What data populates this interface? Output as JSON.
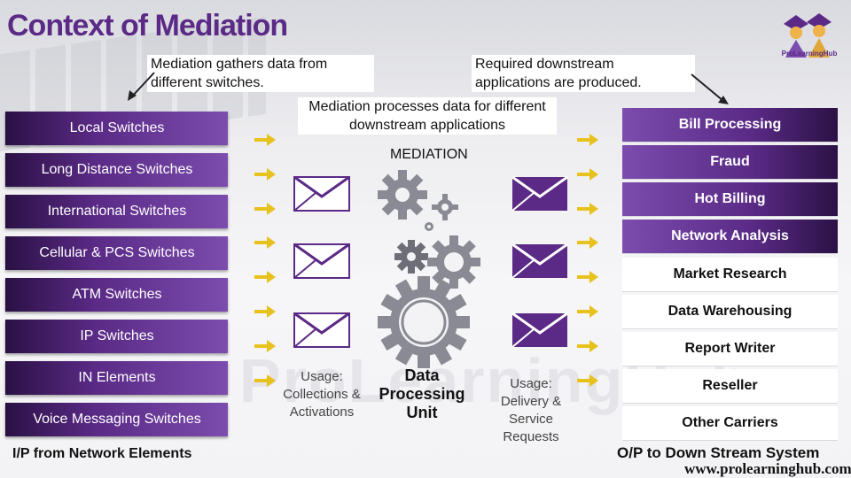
{
  "title": "Context of Mediation",
  "logo_text": "ProLearningHub",
  "watermark": "ProLearningHub",
  "callouts": {
    "gathers": "Mediation gathers data from different switches.",
    "produced": "Required downstream applications are produced.",
    "processes": "Mediation processes data for different downstream applications",
    "mediation": "MEDIATION"
  },
  "sources": [
    "Local Switches",
    "Long Distance Switches",
    "International Switches",
    "Cellular & PCS Switches",
    "ATM Switches",
    "IP Switches",
    "IN Elements",
    "Voice Messaging Switches"
  ],
  "outputs": [
    "Bill Processing",
    "Fraud",
    "Hot Billing",
    "Network Analysis",
    "Market Research",
    "Data Warehousing",
    "Report Writer",
    "Reseller",
    "Other Carriers"
  ],
  "labels": {
    "usage_in": "Usage: Collections & Activations",
    "dpu": "Data Processing Unit",
    "usage_out": "Usage: Delivery & Service Requests"
  },
  "footer": {
    "left": "I/P from Network Elements",
    "right": "O/P to Down  Stream System",
    "website": "www.prolearninghub.com"
  },
  "colors": {
    "purple": "#5a2a86",
    "arrow": "#e8c21c",
    "gear": "#8a8a94"
  },
  "icons": [
    "envelope-icon",
    "gear-icon",
    "arrow-right-icon"
  ]
}
